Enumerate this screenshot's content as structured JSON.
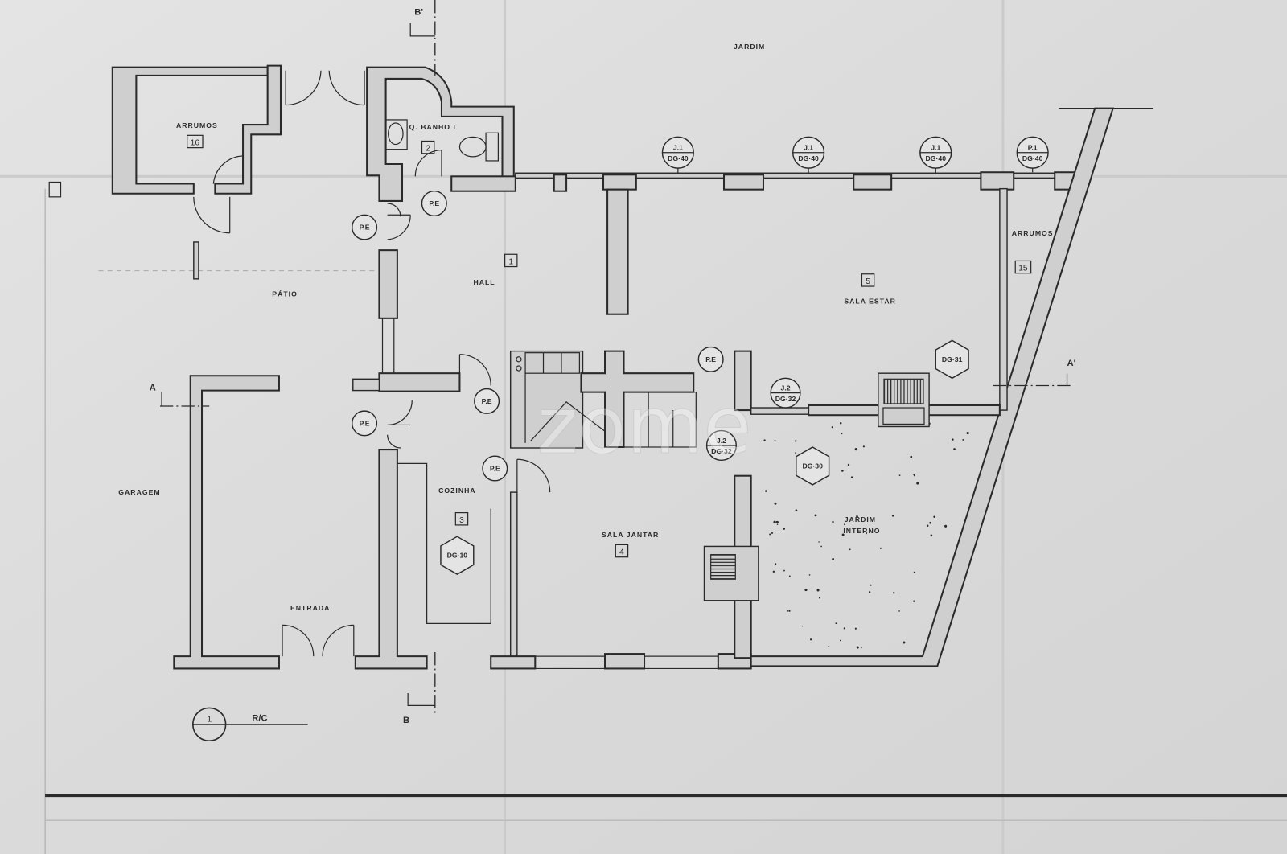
{
  "plan": {
    "garden": "JARDIM",
    "patio": "PÁTIO",
    "garage": "GARAGEM",
    "entrance": "ENTRADA",
    "inner_garden": [
      "JARDIM",
      "INTERNO"
    ],
    "rooms": [
      {
        "name": "HALL",
        "number": "1"
      },
      {
        "name": "Q. BANHO I",
        "number": "2"
      },
      {
        "name": "COZINHA",
        "number": "3"
      },
      {
        "name": "SALA JANTAR",
        "number": "4"
      },
      {
        "name": "SALA ESTAR",
        "number": "5"
      },
      {
        "name": "ARRUMOS",
        "number": "15"
      },
      {
        "name": "ARRUMOS",
        "number": "16"
      }
    ]
  },
  "hex_tags": [
    "DG·30",
    "DG·31",
    "DG·10"
  ],
  "window_tags": [
    {
      "top": "J.1",
      "bottom": "DG·40"
    },
    {
      "top": "J.1",
      "bottom": "DG·40"
    },
    {
      "top": "J.1",
      "bottom": "DG·40"
    },
    {
      "top": "P.1",
      "bottom": "DG·40"
    },
    {
      "top": "J.2",
      "bottom": "DG·32"
    },
    {
      "top": "J.2",
      "bottom": "DG·32"
    }
  ],
  "door_tags": [
    "P.E",
    "P.E",
    "P.E",
    "P.E",
    "P.E",
    "P.E"
  ],
  "section_marks": {
    "b_top": "B'",
    "b_bottom": "B",
    "a_left": "A",
    "a_right": "A'"
  },
  "floor_marker": {
    "number": "1",
    "label": "R/C"
  },
  "watermark": "zome",
  "colors": {
    "paper": "#dcdcdc",
    "ink": "#2a2a2a",
    "wall": "#cfcfcf"
  }
}
